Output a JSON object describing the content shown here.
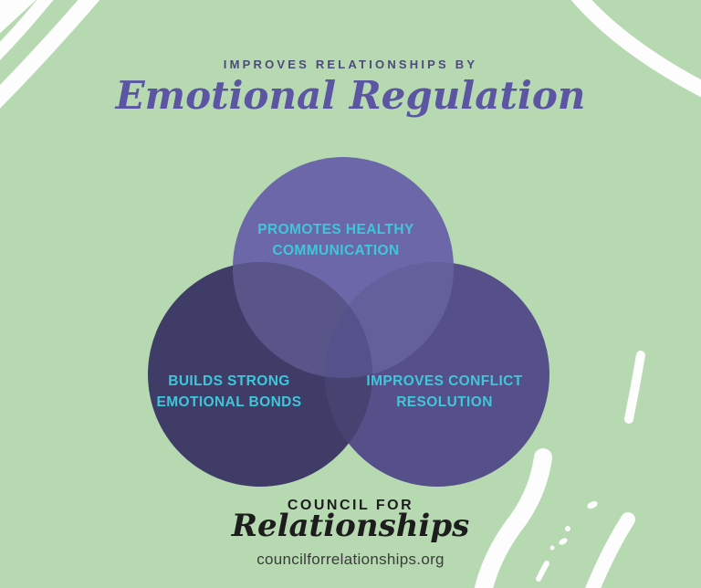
{
  "colors": {
    "background": "#b7d9b2",
    "brush": "#fdfdfd",
    "kicker_text": "#4c4a78",
    "title_text": "#5b55a4",
    "label_text": "#3fc6d9",
    "logo_text": "#1d1d1d",
    "website_text": "#3b3b3b"
  },
  "header": {
    "kicker": "IMPROVES RELATIONSHIPS BY",
    "title": "Emotional Regulation"
  },
  "venn": {
    "circles": [
      {
        "name": "top",
        "label_line1": "PROMOTES HEALTHY",
        "label_line2": "COMMUNICATION",
        "fill": "#6c67a9"
      },
      {
        "name": "bottom-left",
        "label_line1": "BUILDS STRONG",
        "label_line2": "EMOTIONAL BONDS",
        "fill": "#403c68"
      },
      {
        "name": "bottom-right",
        "label_line1": "IMPROVES CONFLICT",
        "label_line2": "RESOLUTION",
        "fill": "#555089"
      }
    ],
    "overlaps": {
      "top_left": "#595589",
      "top_right": "#63609b",
      "left_right": "#474371",
      "center": "#55518a"
    }
  },
  "footer": {
    "logo_top": "COUNCIL FOR",
    "logo_script": "Relationships",
    "website": "councilforrelationships.org"
  }
}
